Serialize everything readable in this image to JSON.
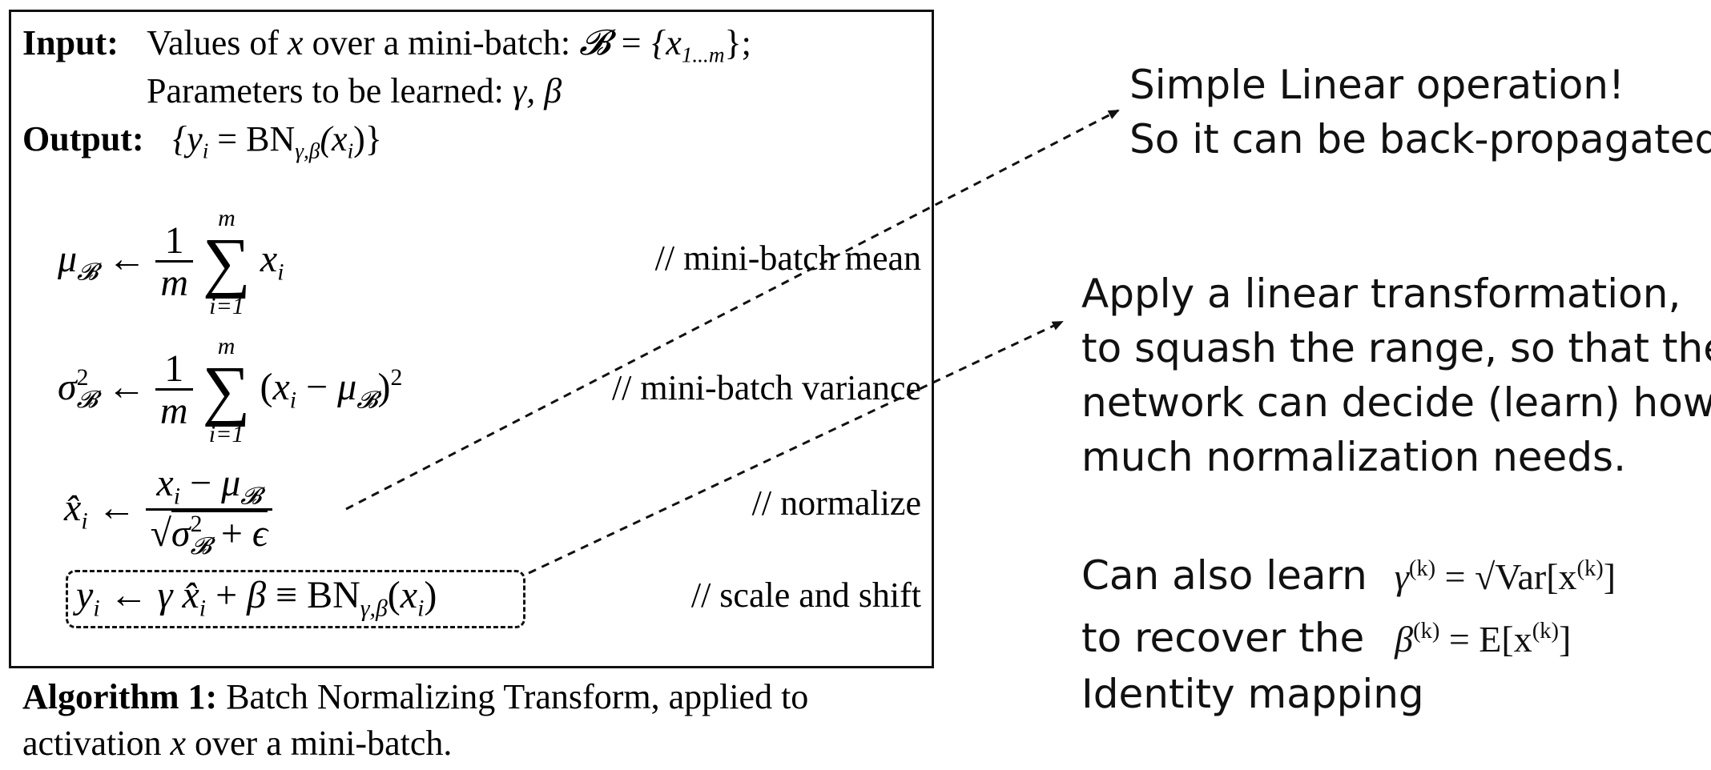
{
  "algorithm": {
    "input_label": "Input:",
    "input_text": "Values of",
    "input_var": "x",
    "input_text2": "over a mini-batch:",
    "input_set": "𝓑 = {x",
    "input_set_sub": "1...m",
    "input_set_end": "};",
    "params_text": "Parameters to be learned:",
    "params_vars": "γ, β",
    "output_label": "Output:",
    "output_text": "{y",
    "output_sub": "i",
    "output_eq": " = BN",
    "output_bn_sub": "γ,β",
    "output_end": "(x",
    "output_end_sub": "i",
    "output_close": ")}",
    "steps": [
      {
        "comment": "// mini-batch mean"
      },
      {
        "comment": "// mini-batch variance"
      },
      {
        "comment": "// normalize"
      },
      {
        "comment": "// scale and shift"
      }
    ]
  },
  "caption": {
    "bold": "Algorithm 1:",
    "text1": " Batch Normalizing Transform, applied to",
    "text2a": "activation ",
    "text2var": "x",
    "text2b": " over a mini-batch."
  },
  "annotations": {
    "linear_op_line1": "Simple Linear operation!",
    "linear_op_line2": "So it can be back-propagated",
    "transform_line1": "Apply a linear transformation,",
    "transform_line2": "to squash the range, so that the",
    "transform_line3": "network can decide (learn) how",
    "transform_line4": "much normalization needs.",
    "learn_line1": "Can also learn",
    "learn_line2": "to recover the",
    "learn_line3": "Identity mapping",
    "gamma_formula": "γ",
    "gamma_sup": "(k)",
    "gamma_rest": " = √Var[x",
    "gamma_rest_sup": "(k)",
    "gamma_close": "]",
    "beta_formula": "β",
    "beta_sup": "(k)",
    "beta_rest": " = E[x",
    "beta_rest_sup": "(k)",
    "beta_close": "]"
  }
}
